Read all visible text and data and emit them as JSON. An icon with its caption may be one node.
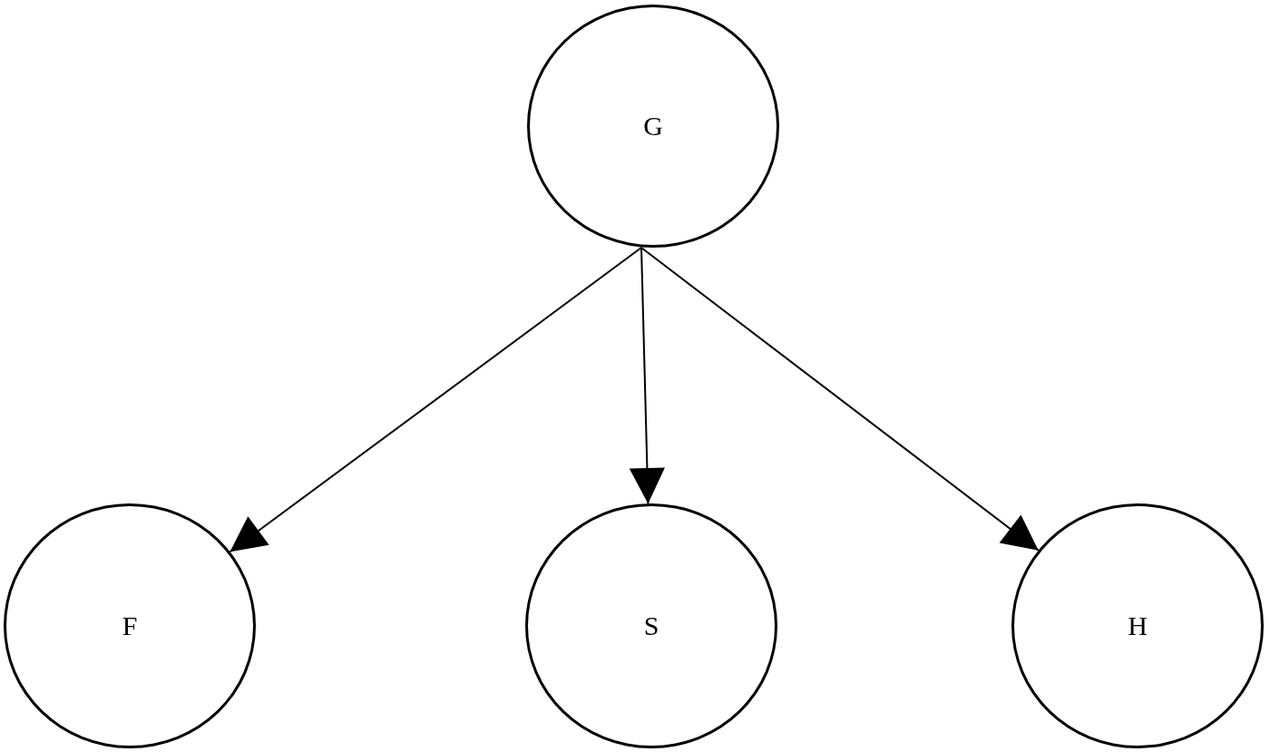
{
  "diagram": {
    "nodes": [
      {
        "text": [
          "G"
        ]
      },
      {
        "text": [
          "F"
        ]
      },
      {
        "text": [
          "S"
        ]
      },
      {
        "text": [
          "H"
        ]
      }
    ],
    "edges": [
      {
        "from": 0,
        "to": 1,
        "arrow": "to"
      },
      {
        "from": 0,
        "to": 2,
        "arrow": "to"
      },
      {
        "from": 0,
        "to": 3,
        "arrow": "to"
      }
    ]
  }
}
